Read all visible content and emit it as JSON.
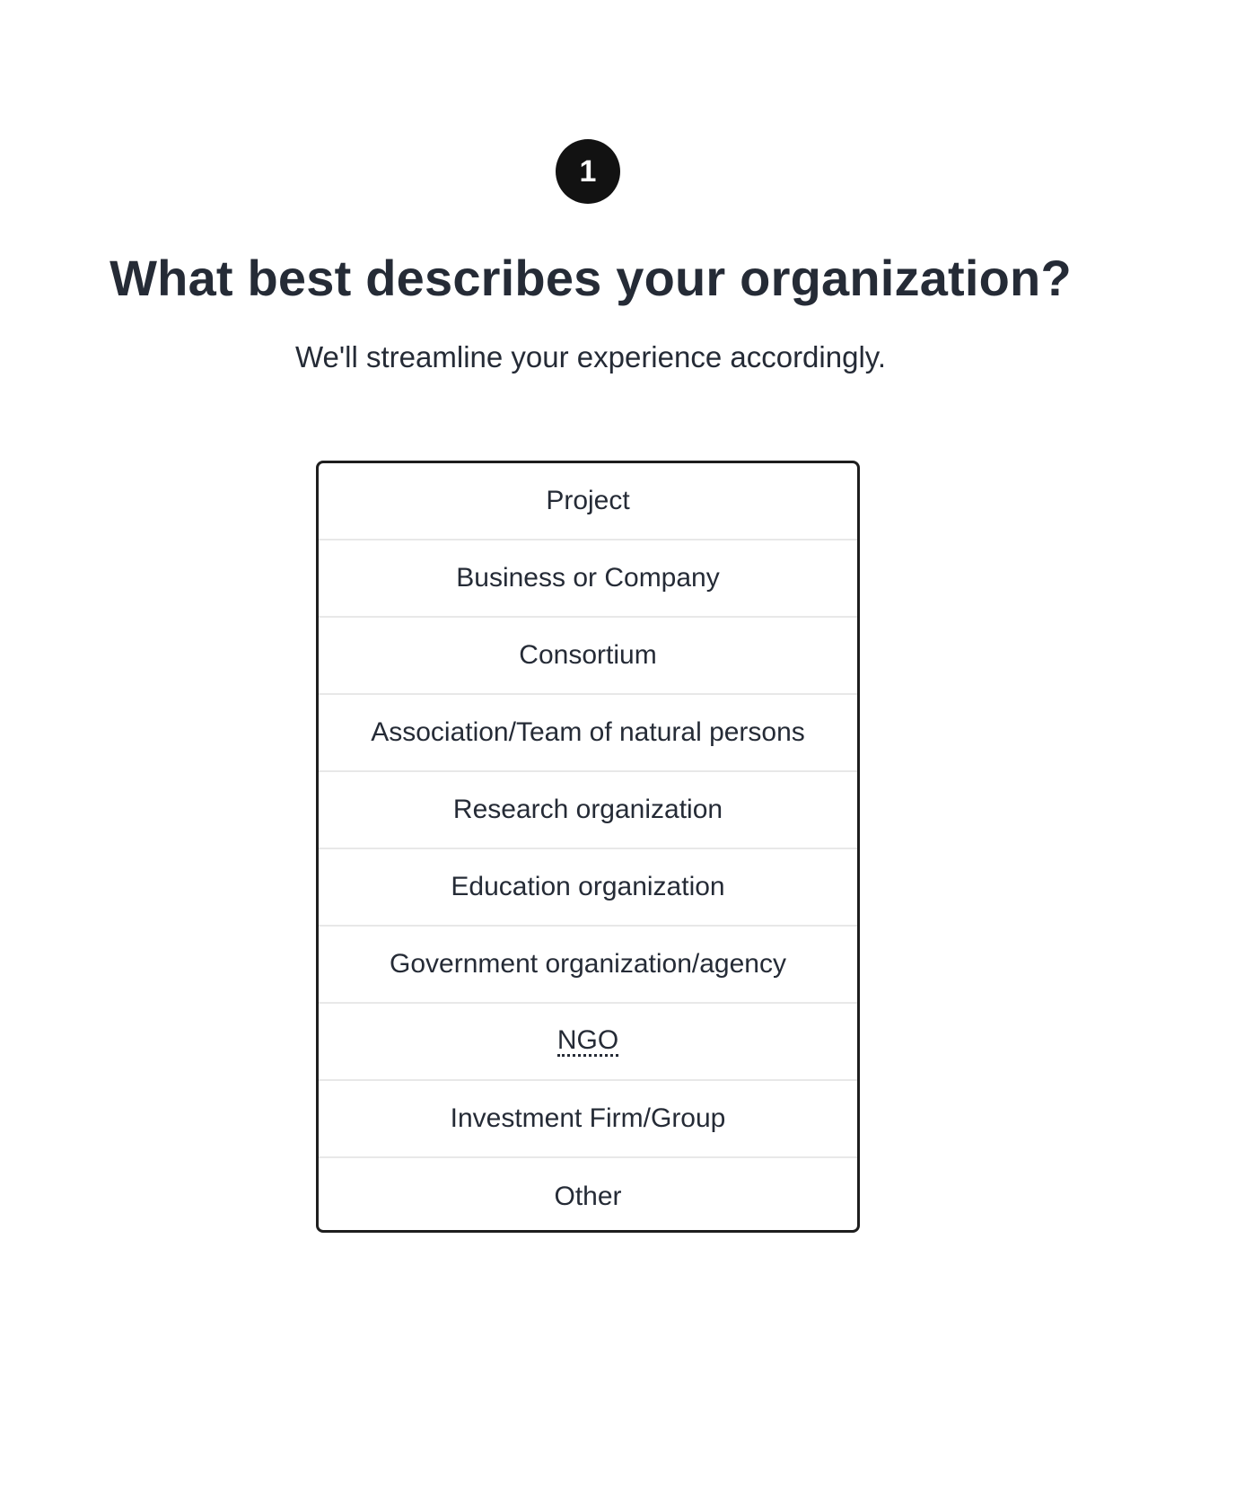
{
  "step": {
    "number": "1"
  },
  "header": {
    "title": "What best describes your organization?",
    "subtitle": "We'll streamline your experience accordingly."
  },
  "options": [
    {
      "label": "Project"
    },
    {
      "label": "Business or Company"
    },
    {
      "label": "Consortium"
    },
    {
      "label": "Association/Team of natural persons"
    },
    {
      "label": "Research organization"
    },
    {
      "label": "Education organization"
    },
    {
      "label": "Government organization/agency"
    },
    {
      "label": "NGO"
    },
    {
      "label": "Investment Firm/Group"
    },
    {
      "label": "Other"
    }
  ],
  "colors": {
    "text": "#252b36",
    "badge_bg": "#121212",
    "border": "#1e1e1e",
    "divider": "#e8e8e8"
  }
}
